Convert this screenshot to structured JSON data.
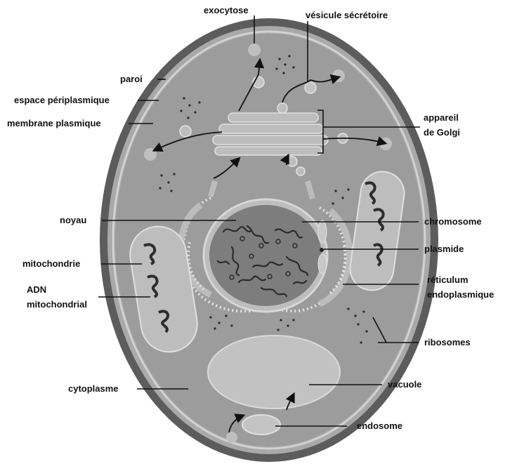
{
  "labels": {
    "exocytose": "exocytose",
    "vesicule": "vésicule sécrétoire",
    "paroi": "paroi",
    "espace": "espace périplasmique",
    "membrane": "membrane plasmique",
    "golgi_1": "appareil",
    "golgi_2": "de Golgi",
    "noyau": "noyau",
    "chromosome": "chromosome",
    "plasmide": "plasmide",
    "mitochondrie": "mitochondrie",
    "adn_1": "ADN",
    "adn_2": "mitochondrial",
    "reticulum_1": "réticulum",
    "reticulum_2": "endoplasmique",
    "ribosomes": "ribosomes",
    "cytoplasme": "cytoplasme",
    "vacuole": "vacuole",
    "endosome": "endosome"
  },
  "colors": {
    "wall": "#5c5c5c",
    "periplasm": "#a9a9a9",
    "membrane": "#cfcfcf",
    "cytoplasm": "#9a9a9a",
    "nucleus": "#7d7d7d",
    "nucleus_rim": "#bdbdbd",
    "organelle": "#b8b8b8",
    "vacuole": "#c0c0c0",
    "ink": "#111111"
  }
}
